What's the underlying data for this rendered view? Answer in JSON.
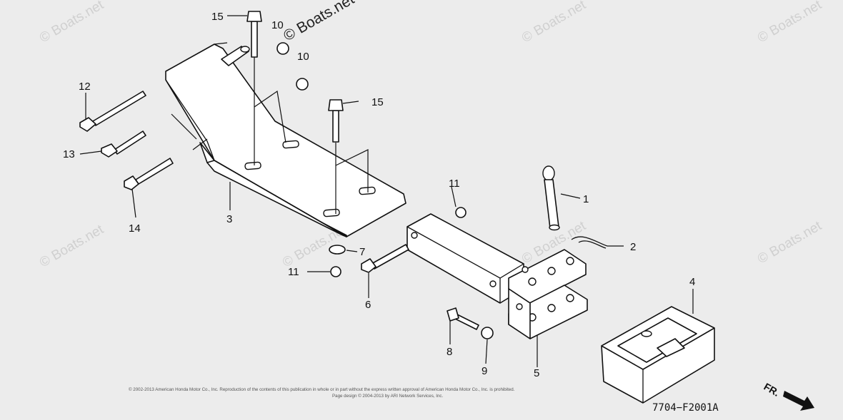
{
  "diagram": {
    "watermark": "© Boats.net",
    "callouts": {
      "p1": "1",
      "p2": "2",
      "p3": "3",
      "p4": "4",
      "p5": "5",
      "p6": "6",
      "p7": "7",
      "p8": "8",
      "p9": "9",
      "p10a": "10",
      "p10b": "10",
      "p11a": "11",
      "p11b": "11",
      "p12": "12",
      "p13": "13",
      "p14": "14",
      "p15a": "15",
      "p15b": "15"
    },
    "copyright_line1": "© 2002-2013 American Honda Motor Co., Inc. Reproduction of the contents of this publication in whole or in part without the express written approval of American Honda Motor Co., Inc. is prohibited.",
    "copyright_line2": "Page design © 2004-2013 by ARI Network Services, Inc.",
    "direction_label": "FR.",
    "diagram_code": "7704−F2001A"
  }
}
